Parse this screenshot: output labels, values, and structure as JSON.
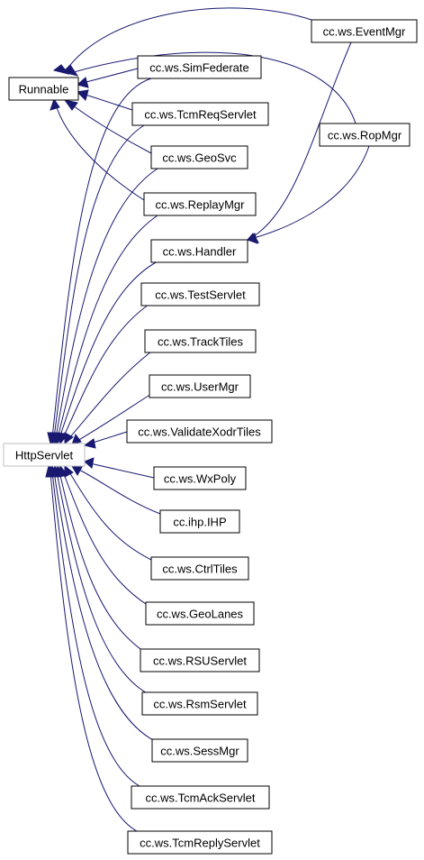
{
  "diagram": {
    "nodes": [
      {
        "id": "runnable",
        "label": "Runnable"
      },
      {
        "id": "httpservlet",
        "label": "HttpServlet"
      },
      {
        "id": "eventmgr",
        "label": "cc.ws.EventMgr"
      },
      {
        "id": "simfederate",
        "label": "cc.ws.SimFederate"
      },
      {
        "id": "tcmreqservlet",
        "label": "cc.ws.TcmReqServlet"
      },
      {
        "id": "ropmgr",
        "label": "cc.ws.RopMgr"
      },
      {
        "id": "geosvc",
        "label": "cc.ws.GeoSvc"
      },
      {
        "id": "replaymgr",
        "label": "cc.ws.ReplayMgr"
      },
      {
        "id": "handler",
        "label": "cc.ws.Handler"
      },
      {
        "id": "testservlet",
        "label": "cc.ws.TestServlet"
      },
      {
        "id": "tracktiles",
        "label": "cc.ws.TrackTiles"
      },
      {
        "id": "usermgr",
        "label": "cc.ws.UserMgr"
      },
      {
        "id": "validatexodrtiles",
        "label": "cc.ws.ValidateXodrTiles"
      },
      {
        "id": "wxpoly",
        "label": "cc.ws.WxPoly"
      },
      {
        "id": "ihp",
        "label": "cc.ihp.IHP"
      },
      {
        "id": "ctrltiles",
        "label": "cc.ws.CtrlTiles"
      },
      {
        "id": "geolanes",
        "label": "cc.ws.GeoLanes"
      },
      {
        "id": "rsuservlet",
        "label": "cc.ws.RSUServlet"
      },
      {
        "id": "rsmservlet",
        "label": "cc.ws.RsmServlet"
      },
      {
        "id": "sessmgr",
        "label": "cc.ws.SessMgr"
      },
      {
        "id": "tcmackservlet",
        "label": "cc.ws.TcmAckServlet"
      },
      {
        "id": "tcmreplyservlet",
        "label": "cc.ws.TcmReplyServlet"
      }
    ],
    "edges": [
      {
        "from": "eventmgr",
        "to": "runnable"
      },
      {
        "from": "ropmgr",
        "to": "runnable"
      },
      {
        "from": "simfederate",
        "to": "runnable"
      },
      {
        "from": "tcmreqservlet",
        "to": "runnable"
      },
      {
        "from": "geosvc",
        "to": "runnable"
      },
      {
        "from": "replaymgr",
        "to": "runnable"
      },
      {
        "from": "eventmgr",
        "to": "handler"
      },
      {
        "from": "ropmgr",
        "to": "handler"
      },
      {
        "from": "simfederate",
        "to": "httpservlet"
      },
      {
        "from": "tcmreqservlet",
        "to": "httpservlet"
      },
      {
        "from": "geosvc",
        "to": "httpservlet"
      },
      {
        "from": "replaymgr",
        "to": "httpservlet"
      },
      {
        "from": "handler",
        "to": "httpservlet"
      },
      {
        "from": "testservlet",
        "to": "httpservlet"
      },
      {
        "from": "tracktiles",
        "to": "httpservlet"
      },
      {
        "from": "usermgr",
        "to": "httpservlet"
      },
      {
        "from": "validatexodrtiles",
        "to": "httpservlet"
      },
      {
        "from": "wxpoly",
        "to": "httpservlet"
      },
      {
        "from": "ihp",
        "to": "httpservlet"
      },
      {
        "from": "ctrltiles",
        "to": "httpservlet"
      },
      {
        "from": "geolanes",
        "to": "httpservlet"
      },
      {
        "from": "rsuservlet",
        "to": "httpservlet"
      },
      {
        "from": "rsmservlet",
        "to": "httpservlet"
      },
      {
        "from": "sessmgr",
        "to": "httpservlet"
      },
      {
        "from": "tcmackservlet",
        "to": "httpservlet"
      },
      {
        "from": "tcmreplyservlet",
        "to": "httpservlet"
      }
    ],
    "colors": {
      "edge": "#191970",
      "node_border": "#000000",
      "external_node_border": "#bfbfbf",
      "background": "#ffffff"
    }
  }
}
